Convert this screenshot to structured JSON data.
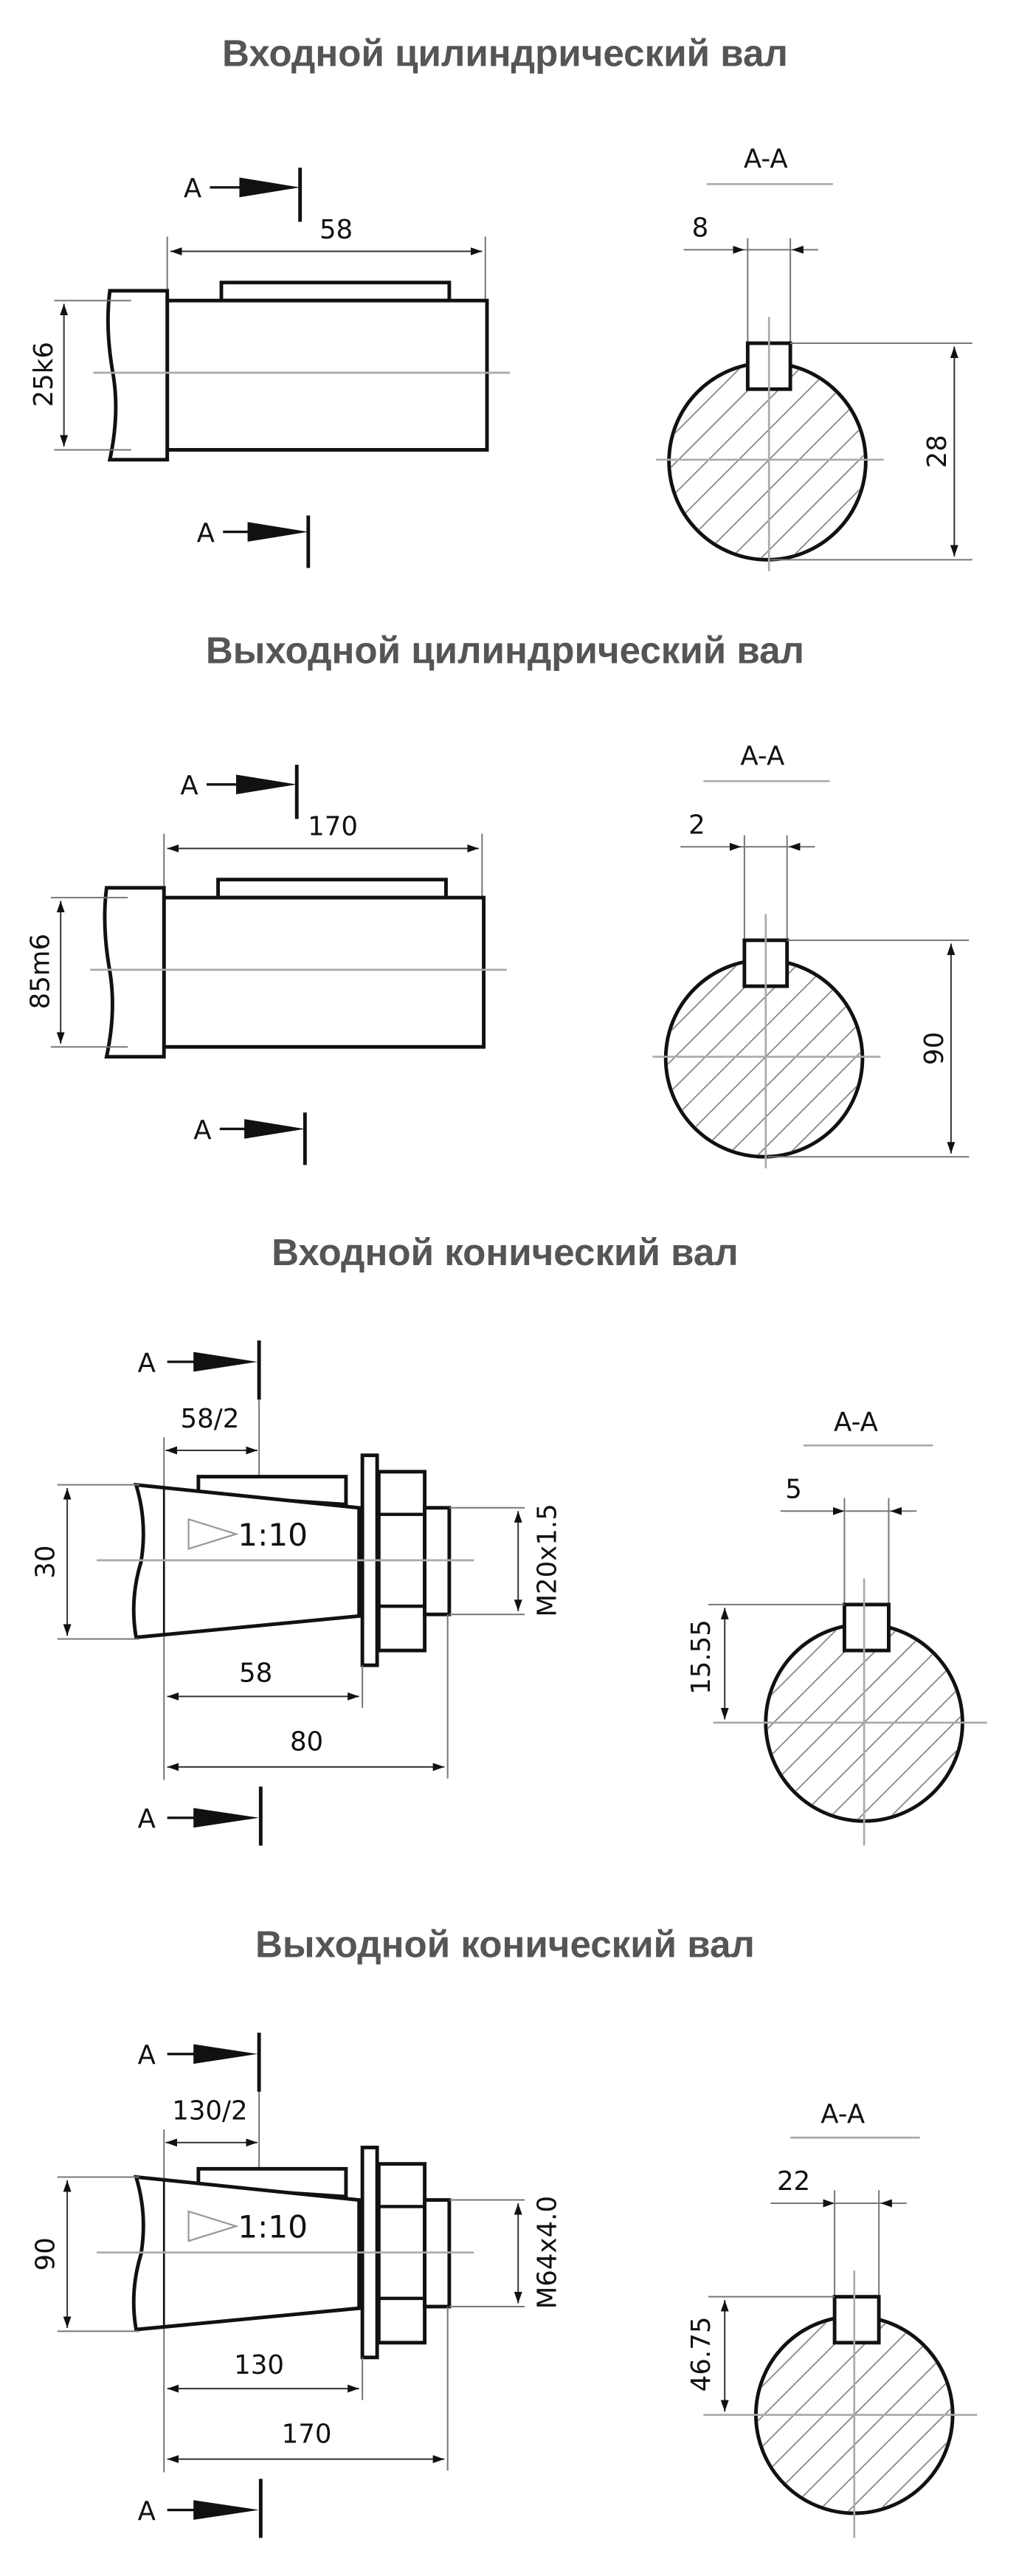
{
  "sections": [
    {
      "title": "Входной цилиндрический вал",
      "type": "cylindrical",
      "cut_label": "A",
      "section_label": "A-A",
      "diameter": "25k6",
      "length": "58",
      "key_width": "8",
      "key_height": "28"
    },
    {
      "title": "Выходной цилиндрический вал",
      "type": "cylindrical",
      "cut_label": "A",
      "section_label": "A-A",
      "diameter": "85m6",
      "length": "170",
      "key_width": "2",
      "key_height": "90"
    },
    {
      "title": "Входной конический вал",
      "type": "conical",
      "cut_label": "A",
      "section_label": "A-A",
      "diameter": "30",
      "half_length": "58/2",
      "taper": "1:10",
      "cone_length": "58",
      "total_length": "80",
      "thread": "M20x1.5",
      "key_width": "5",
      "key_height": "15.55"
    },
    {
      "title": "Выходной конический вал",
      "type": "conical",
      "cut_label": "A",
      "section_label": "A-A",
      "diameter": "90",
      "half_length": "130/2",
      "taper": "1:10",
      "cone_length": "130",
      "total_length": "170",
      "thread": "M64x4.0",
      "key_width": "22",
      "key_height": "46.75"
    }
  ]
}
